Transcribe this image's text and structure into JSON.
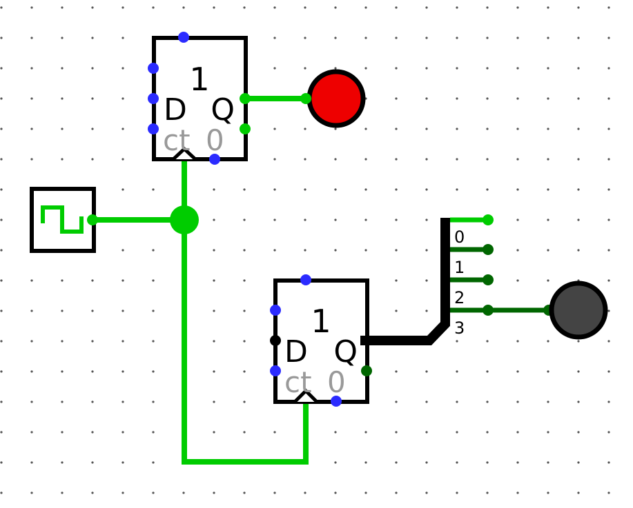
{
  "canvas": {
    "background": "#ffffff",
    "grid_dot_color": "#555555"
  },
  "colors": {
    "wire_high": "#00cc00",
    "wire_low": "#006600",
    "bus": "#000000",
    "port_dot": "#2b2bff",
    "led_on": "#ee0000",
    "led_off": "#444444",
    "text_dim": "#999999"
  },
  "clock": {
    "icon": "clock-square-wave-icon"
  },
  "register_top": {
    "width_label": "1",
    "d_label": "D",
    "q_label": "Q",
    "ct_label": "ct",
    "ct_value": "0"
  },
  "register_bottom": {
    "width_label": "1",
    "d_label": "D",
    "q_label": "Q",
    "ct_label": "ct",
    "ct_value": "0"
  },
  "splitter": {
    "bit_labels": [
      "0",
      "1",
      "2",
      "3"
    ]
  },
  "led_top": {
    "state": "on"
  },
  "led_bottom": {
    "state": "off"
  }
}
